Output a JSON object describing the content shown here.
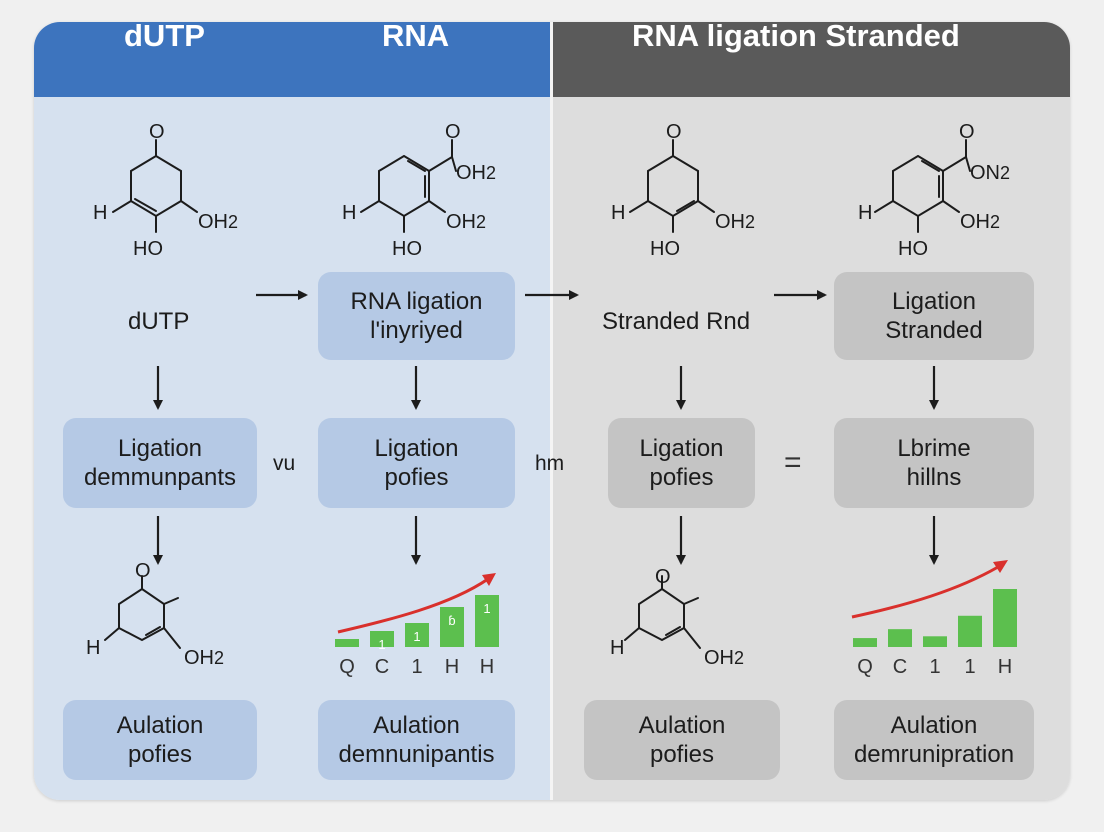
{
  "headers": {
    "col1": "dUTP",
    "col2": "RNA",
    "col3": "RNA  ligation Stranded"
  },
  "molecules": {
    "top": [
      {
        "labels": [
          "O",
          "H",
          "OH2",
          "HO"
        ]
      },
      {
        "labels": [
          "O",
          "OH2",
          "H",
          "OH2",
          "HO"
        ]
      },
      {
        "labels": [
          "O",
          "H",
          "OH2",
          "HO"
        ]
      },
      {
        "labels": [
          "O",
          "ON2",
          "H",
          "OH2",
          "HO"
        ]
      }
    ],
    "bottom": [
      {
        "labels": [
          "O",
          "H",
          "OH2"
        ]
      },
      {
        "labels": [
          "O",
          "H",
          "OH2"
        ]
      }
    ]
  },
  "row1": {
    "col1": "dUTP",
    "col2": "RNA ligation\nl'inyriyed",
    "col3": "Stranded Rnd",
    "col4": "Ligation\nStranded"
  },
  "row2": {
    "col1": "Ligation\ndemmunpants",
    "col2": "Ligation\npofies",
    "col3": "Ligation\npofies",
    "col4": "Lbrime\nhillns"
  },
  "connectors": {
    "c12": "vu",
    "c23": "hm",
    "c34": "="
  },
  "row4": {
    "col1": "Aulation\npofies",
    "col2": "Aulation\ndemnunipantis",
    "col3": "Aulation\npofies",
    "col4": "Aulation\ndemrunipration"
  },
  "chart_data": [
    {
      "type": "bar",
      "categories": [
        "Q",
        "C",
        "1",
        "H",
        "H"
      ],
      "values": [
        1,
        2,
        3,
        5,
        6.5
      ],
      "bar_labels": [
        "",
        "1",
        "1",
        "ɓ",
        "1"
      ],
      "trend_arrow": true,
      "colors": {
        "bar": "#5cbf4e",
        "arrow": "#d9302c"
      }
    },
    {
      "type": "bar",
      "categories": [
        "Q",
        "C",
        "1",
        "1",
        "H"
      ],
      "values": [
        1,
        2,
        1.2,
        3.5,
        6.5
      ],
      "bar_labels": [
        "",
        "",
        "",
        "",
        ""
      ],
      "trend_arrow": true,
      "colors": {
        "bar": "#5cbf4e",
        "arrow": "#d9302c"
      }
    }
  ],
  "colors": {
    "header_blue": "#3d74be",
    "header_gray": "#5a5a5a",
    "panel_blue": "#d6e1ef",
    "panel_gray": "#dddddd",
    "box_blue": "#b5c9e5",
    "box_gray": "#c4c4c4"
  }
}
